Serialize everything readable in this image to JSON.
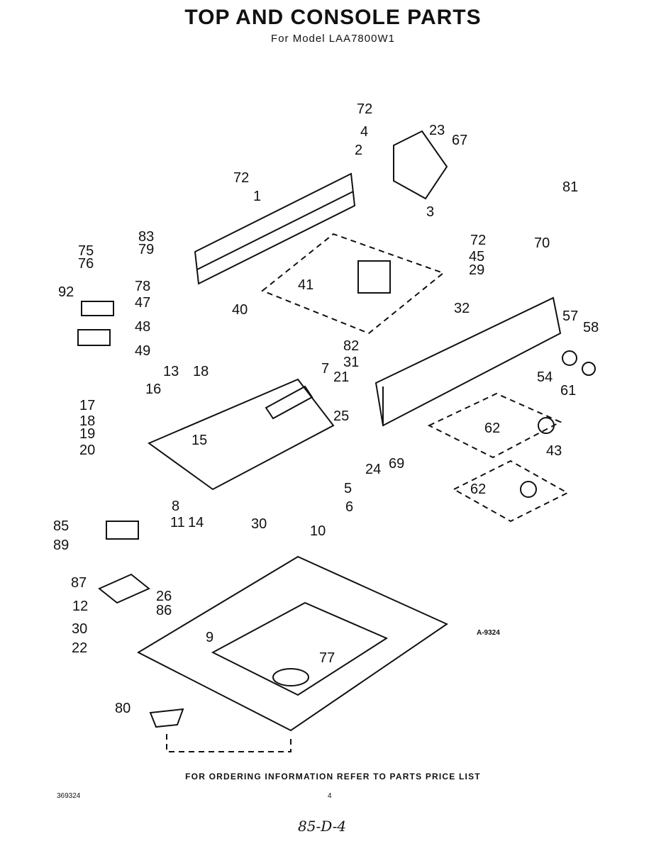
{
  "header": {
    "title": "TOP AND CONSOLE PARTS",
    "subtitle": "For Model LAA7800W1"
  },
  "diagram": {
    "reference_code": "A-9324",
    "callouts": [
      "72",
      "4",
      "23",
      "67",
      "2",
      "3",
      "81",
      "72",
      "1",
      "70",
      "72",
      "45",
      "29",
      "41",
      "40",
      "83",
      "75",
      "79",
      "76",
      "92",
      "78",
      "47",
      "48",
      "49",
      "32",
      "57",
      "58",
      "82",
      "31",
      "7",
      "21",
      "13",
      "18",
      "16",
      "17",
      "18",
      "15",
      "19",
      "20",
      "25",
      "54",
      "61",
      "62",
      "24",
      "69",
      "5",
      "6",
      "43",
      "62",
      "8",
      "85",
      "11",
      "14",
      "89",
      "87",
      "12",
      "26",
      "86",
      "30",
      "22",
      "9",
      "30",
      "10",
      "77",
      "80"
    ]
  },
  "footer": {
    "ordering_note": "FOR ORDERING INFORMATION REFER TO PARTS PRICE LIST",
    "document_number": "369324",
    "page_number": "4",
    "handwritten_note": "85-D-4"
  }
}
